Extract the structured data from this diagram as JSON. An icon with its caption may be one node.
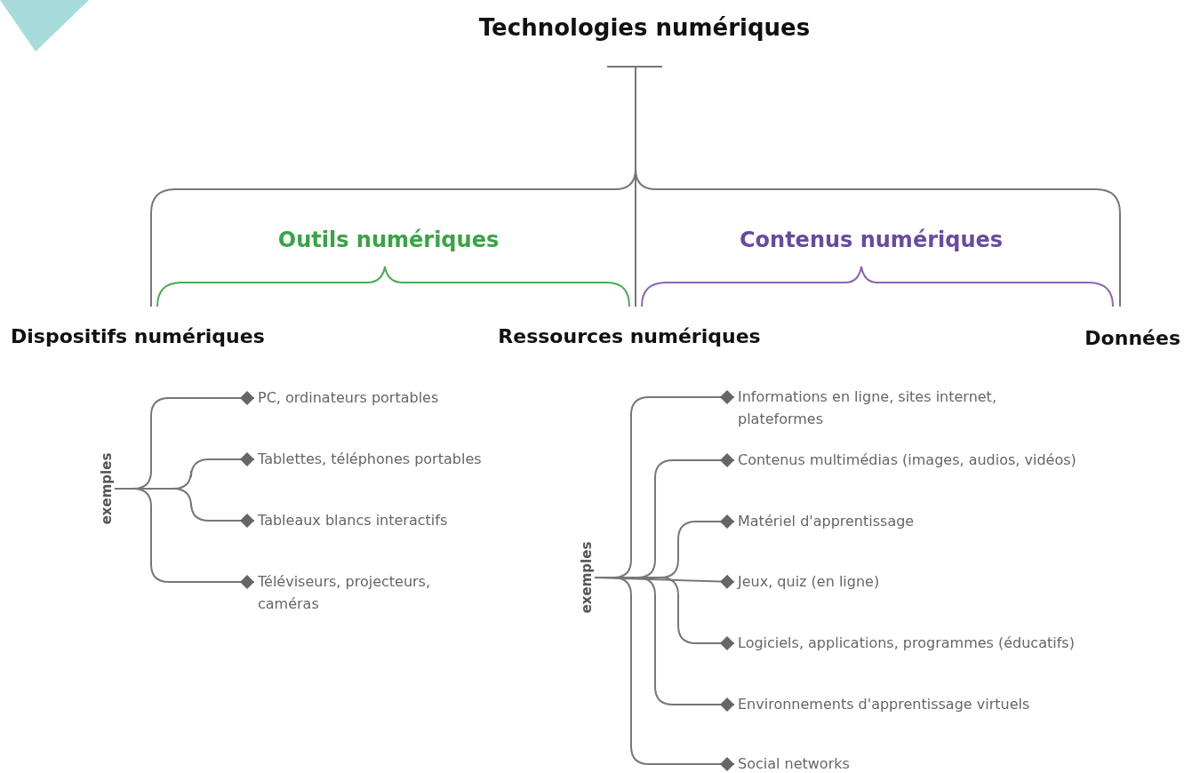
{
  "diagram": {
    "title": "Technologies numériques",
    "nodes": [
      {
        "text": [
          "exemples"
        ]
      },
      {
        "text": [
          "PC, ordinateurs portables"
        ]
      },
      {
        "text": [
          "Tablettes, téléphones portables"
        ]
      },
      {
        "text": [
          "Tableaux blancs interactifs"
        ]
      },
      {
        "text": [
          "Téléviseurs, projecteurs, caméras"
        ]
      },
      {
        "text": [
          "exemples"
        ]
      },
      {
        "text": [
          "Informations en ligne, sites internet, plateformes"
        ]
      },
      {
        "text": [
          "Contenus multimédias (images, audios, vidéos)"
        ]
      },
      {
        "text": [
          "Matériel d'apprentissage"
        ]
      },
      {
        "text": [
          "Jeux, quiz (en ligne)"
        ]
      },
      {
        "text": [
          "Logiciels, applications, programmes (éducatifs)"
        ]
      },
      {
        "text": [
          "Environnements d'apprentissage virtuels"
        ]
      },
      {
        "text": [
          "Social networks"
        ]
      }
    ],
    "edges": [
      {
        "from": 0,
        "to": 1,
        "arrow": "other"
      },
      {
        "from": 0,
        "to": 2,
        "arrow": "other"
      },
      {
        "from": 0,
        "to": 3,
        "arrow": "other"
      },
      {
        "from": 0,
        "to": 4,
        "arrow": "other"
      },
      {
        "from": 5,
        "to": 6,
        "arrow": "other"
      },
      {
        "from": 5,
        "to": 7,
        "arrow": "other"
      },
      {
        "from": 5,
        "to": 8,
        "arrow": "other"
      },
      {
        "from": 5,
        "to": 9,
        "arrow": "other"
      },
      {
        "from": 5,
        "to": 10,
        "arrow": "other"
      },
      {
        "from": 5,
        "to": 11,
        "arrow": "other"
      },
      {
        "from": 5,
        "to": 12,
        "arrow": "other"
      }
    ],
    "labels": [
      "Outils numériques",
      "Contenus numériques",
      "Dispositifs numériques",
      "Ressources numériques",
      "Données"
    ]
  }
}
